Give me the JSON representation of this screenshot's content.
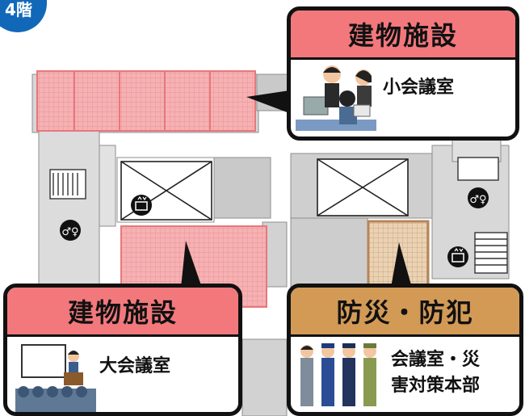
{
  "floor_label": "4階",
  "callouts": {
    "small_meeting": {
      "category": "建物施設",
      "room": "小会議室"
    },
    "large_meeting": {
      "category": "建物施設",
      "room": "大会議室"
    },
    "disaster": {
      "category": "防災・防犯",
      "room_line1": "会議室・災",
      "room_line2": "害対策本部"
    }
  },
  "colors": {
    "building_header": "#f3787c",
    "disaster_header": "#d39a56",
    "room_highlight": "#f4a3a5",
    "disaster_room": "#c8935c",
    "floor_badge": "#1268b8"
  },
  "icons": [
    "restroom-icon",
    "elevator-icon",
    "meeting-people-icon",
    "presenter-icon",
    "uniformed-staff-icon"
  ]
}
